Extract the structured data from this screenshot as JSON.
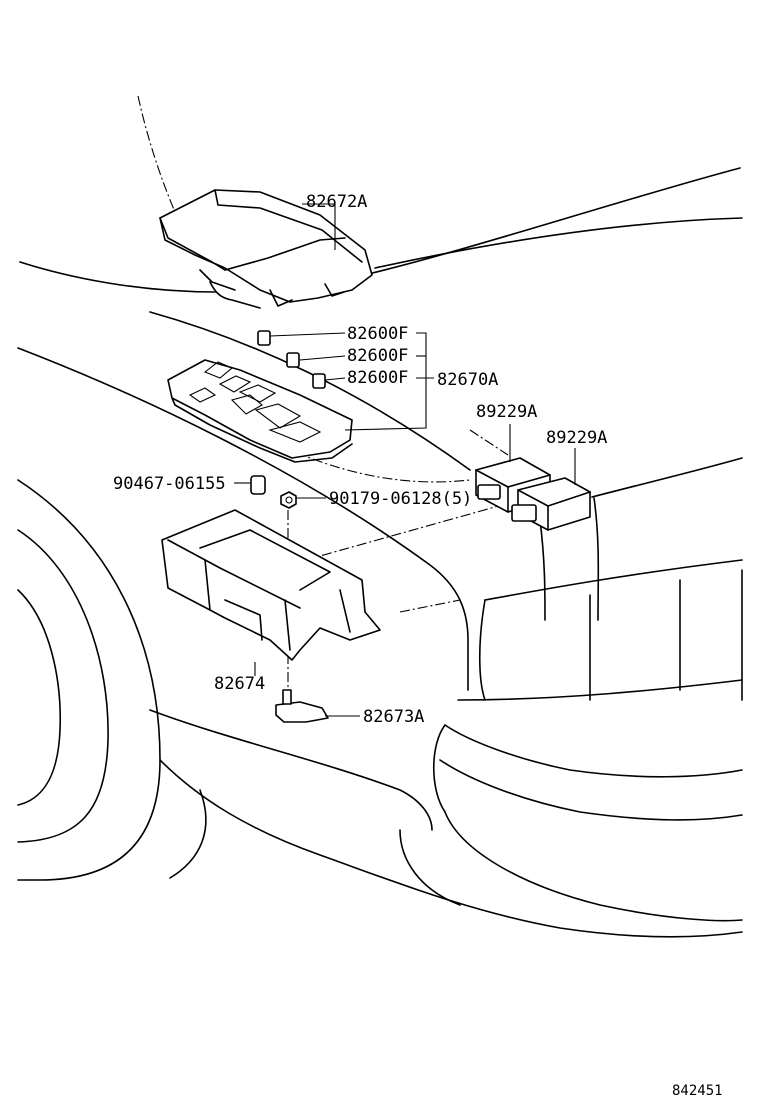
{
  "diagram": {
    "parts": [
      {
        "id": "82672A",
        "label": "82672A"
      },
      {
        "id": "82600F-1",
        "label": "82600F"
      },
      {
        "id": "82600F-2",
        "label": "82600F"
      },
      {
        "id": "82600F-3",
        "label": "82600F"
      },
      {
        "id": "82670A",
        "label": "82670A"
      },
      {
        "id": "89229A-1",
        "label": "89229A"
      },
      {
        "id": "89229A-2",
        "label": "89229A"
      },
      {
        "id": "90467-06155",
        "label": "90467-06155"
      },
      {
        "id": "90179-06128",
        "label": "90179-06128(5)"
      },
      {
        "id": "82674",
        "label": "82674"
      },
      {
        "id": "82673A",
        "label": "82673A"
      }
    ],
    "reference_number": "842451"
  }
}
